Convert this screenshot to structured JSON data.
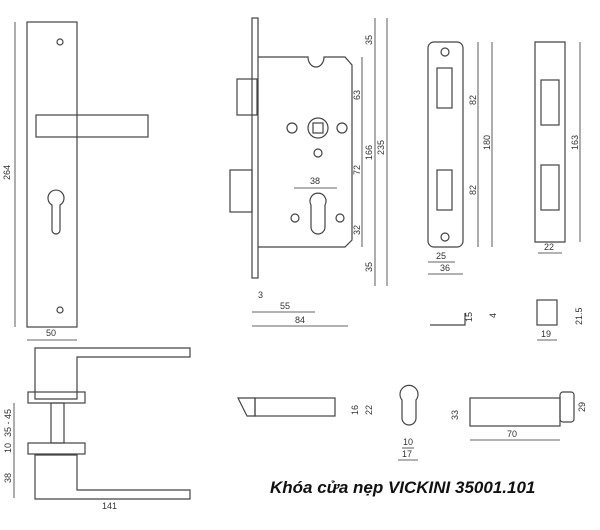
{
  "title": "Khóa cửa nẹp VICKINI 35001.101",
  "dims": {
    "plate_height": "264",
    "plate_width": "50",
    "body_top": "35",
    "body_63": "63",
    "body_166": "166",
    "body_235": "235",
    "body_72": "72",
    "body_38": "38",
    "body_32": "32",
    "body_bottom": "35",
    "face_3": "3",
    "backset_55": "55",
    "depth_84": "84",
    "strike_82a": "82",
    "strike_180": "180",
    "strike_82b": "82",
    "strike_25": "25",
    "strike_36": "36",
    "plate2_163": "163",
    "plate2_22": "22",
    "bracket_15": "15",
    "bracket_4": "4",
    "box_21_5": "21.5",
    "box_19": "19",
    "latch_16": "16",
    "latch_22": "22",
    "cyl_10": "10",
    "cyl_17": "17",
    "cyl_33": "33",
    "cyl_70": "70",
    "cyl_29": "29",
    "door_thickness": "35 - 45",
    "rose_10": "10",
    "handle_38": "38",
    "handle_141": "141"
  }
}
